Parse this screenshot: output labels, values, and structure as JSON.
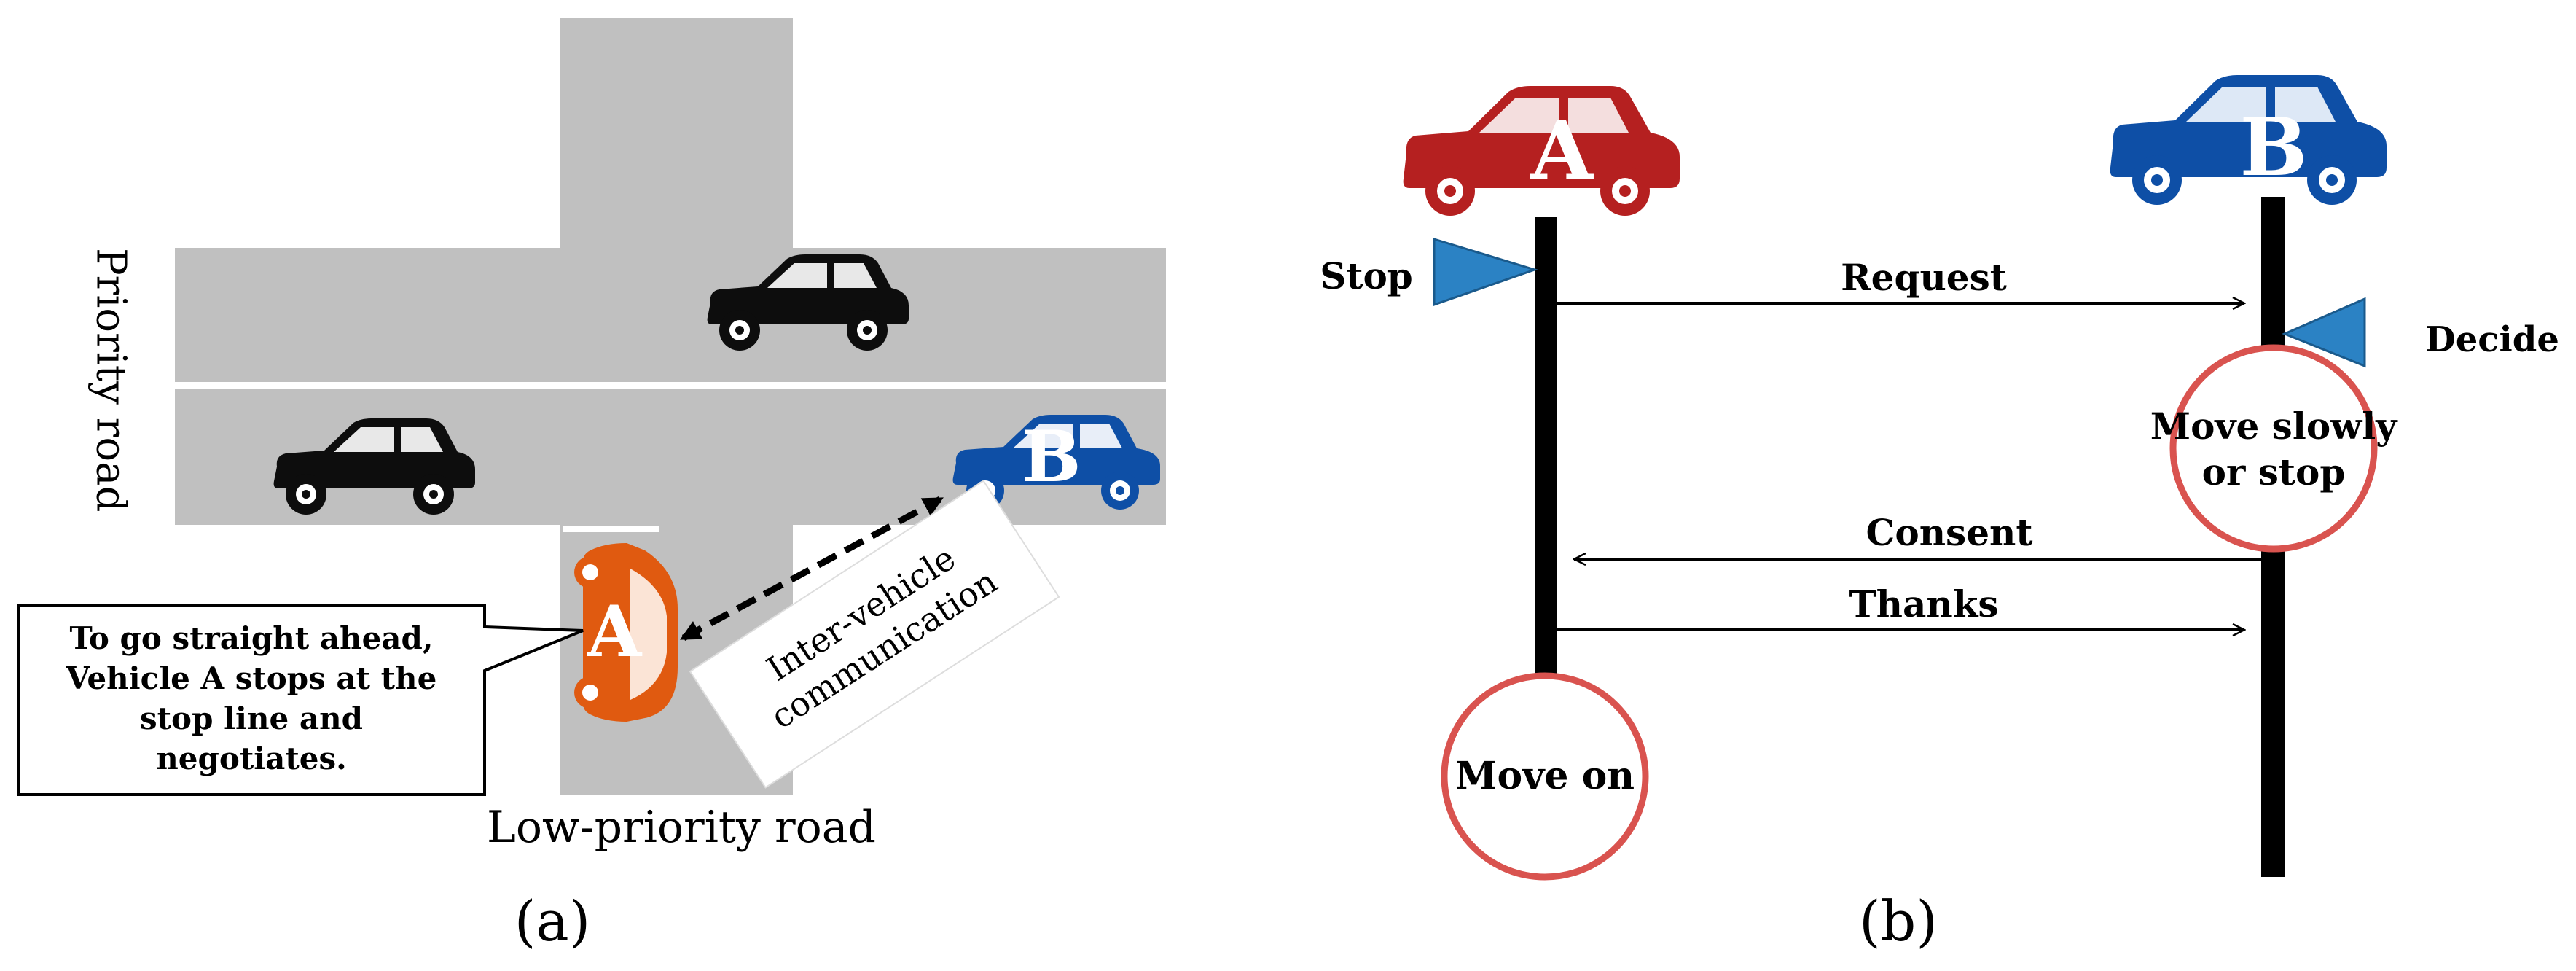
{
  "panel_a": {
    "caption": "(a)",
    "priority_road_label": "Priority road",
    "low_priority_road_label": "Low-priority road",
    "vehicle_a_letter": "A",
    "vehicle_b_letter": "B",
    "communication_label_line1": "Inter-vehicle",
    "communication_label_line2": "communication",
    "callout_lines": [
      "To go straight ahead,",
      "Vehicle A stops at the",
      "stop line and",
      "negotiates."
    ]
  },
  "panel_b": {
    "caption": "(b)",
    "vehicle_a_letter": "A",
    "vehicle_b_letter": "B",
    "stop_label": "Stop",
    "decide_label": "Decide",
    "messages": {
      "request": "Request",
      "consent": "Consent",
      "thanks": "Thanks"
    },
    "move_slowly_line1": "Move slowly",
    "move_slowly_line2": "or stop",
    "move_on_label": "Move on"
  },
  "colors": {
    "road": "#c0c0c0",
    "vehicle_a_orange": "#e05a10",
    "vehicle_a_red": "#b52020",
    "vehicle_b_blue": "#0e4fa6",
    "flag_blue": "#2b82c4",
    "circle_red": "#d9534f"
  }
}
